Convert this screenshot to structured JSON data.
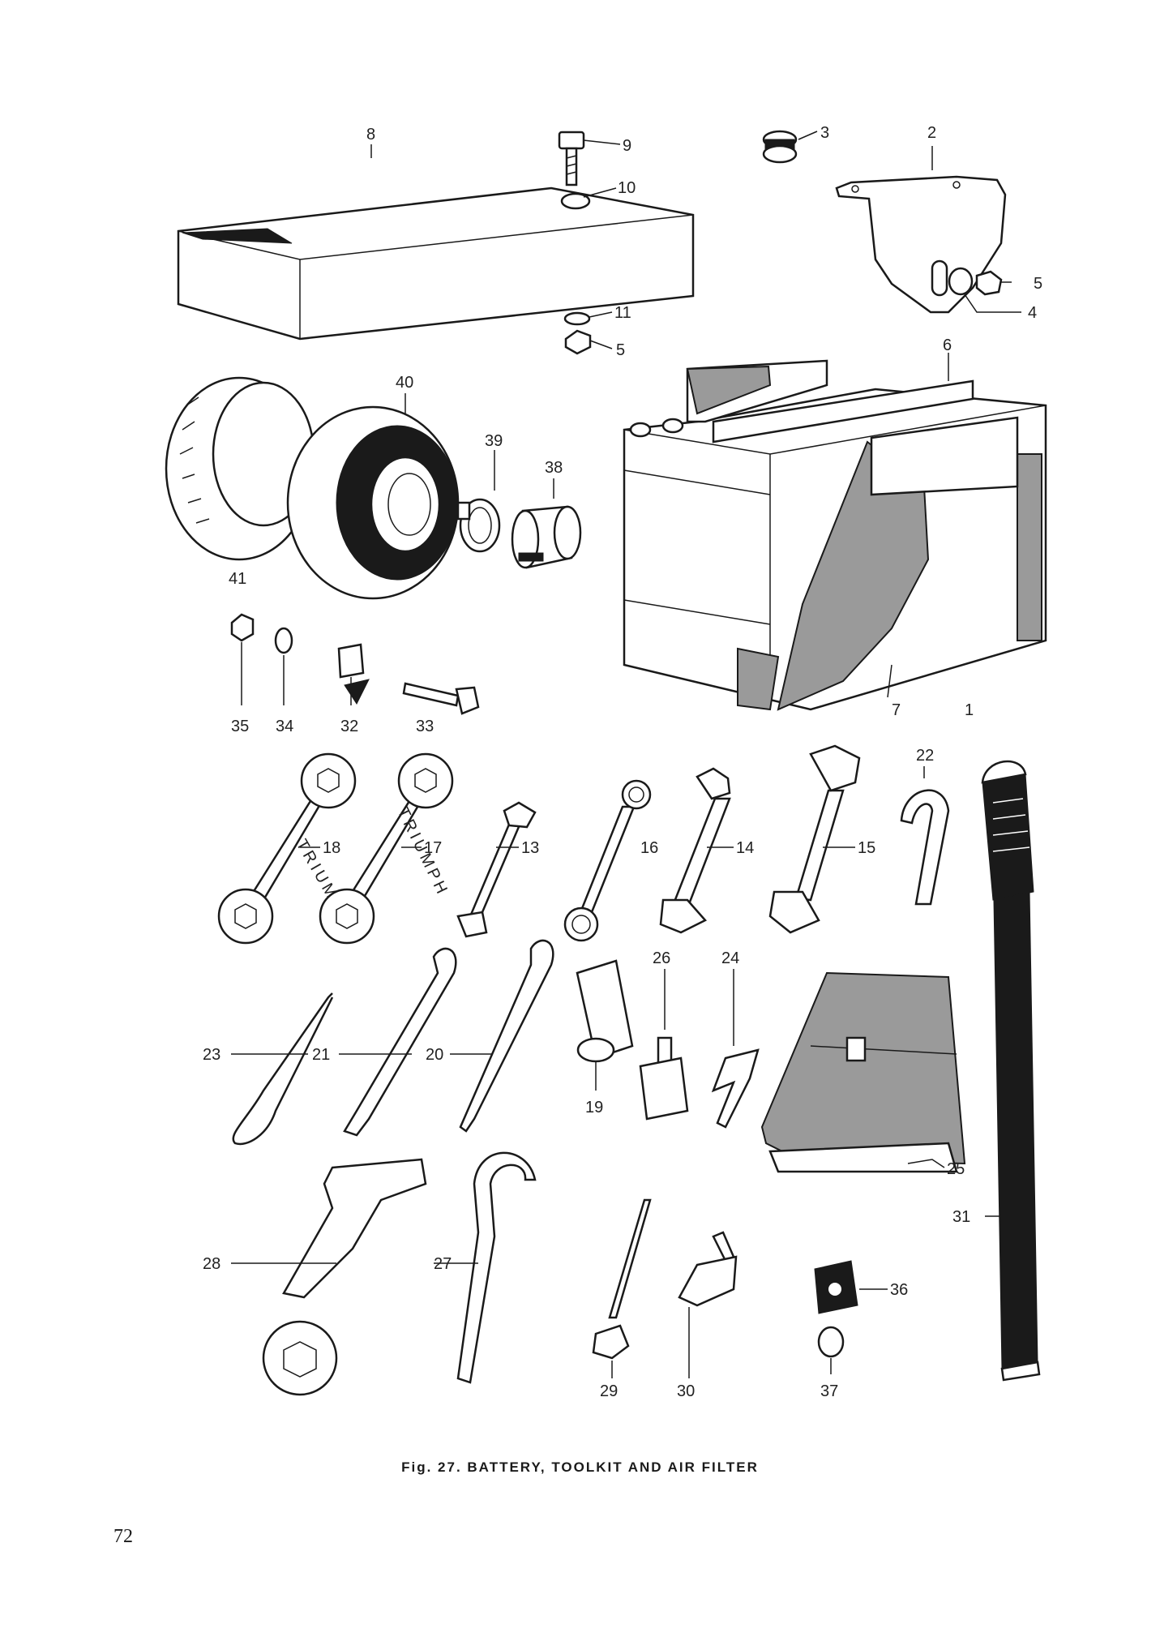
{
  "figure": {
    "caption": "Fig. 27.  BATTERY, TOOLKIT AND AIR FILTER",
    "page_number": "72"
  },
  "callouts": [
    {
      "id": "c1",
      "label": "1"
    },
    {
      "id": "c2",
      "label": "2"
    },
    {
      "id": "c3",
      "label": "3"
    },
    {
      "id": "c4",
      "label": "4"
    },
    {
      "id": "c5a",
      "label": "5"
    },
    {
      "id": "c5b",
      "label": "5"
    },
    {
      "id": "c6",
      "label": "6"
    },
    {
      "id": "c7",
      "label": "7"
    },
    {
      "id": "c8",
      "label": "8"
    },
    {
      "id": "c9",
      "label": "9"
    },
    {
      "id": "c10",
      "label": "10"
    },
    {
      "id": "c11",
      "label": "11"
    },
    {
      "id": "c13",
      "label": "13"
    },
    {
      "id": "c14",
      "label": "14"
    },
    {
      "id": "c15",
      "label": "15"
    },
    {
      "id": "c16",
      "label": "16"
    },
    {
      "id": "c17",
      "label": "17"
    },
    {
      "id": "c18",
      "label": "18"
    },
    {
      "id": "c19",
      "label": "19"
    },
    {
      "id": "c20",
      "label": "20"
    },
    {
      "id": "c21",
      "label": "21"
    },
    {
      "id": "c22",
      "label": "22"
    },
    {
      "id": "c23",
      "label": "23"
    },
    {
      "id": "c24",
      "label": "24"
    },
    {
      "id": "c25",
      "label": "25"
    },
    {
      "id": "c26",
      "label": "26"
    },
    {
      "id": "c27",
      "label": "27"
    },
    {
      "id": "c28",
      "label": "28"
    },
    {
      "id": "c29",
      "label": "29"
    },
    {
      "id": "c30",
      "label": "30"
    },
    {
      "id": "c31",
      "label": "31"
    },
    {
      "id": "c32",
      "label": "32"
    },
    {
      "id": "c33",
      "label": "33"
    },
    {
      "id": "c34",
      "label": "34"
    },
    {
      "id": "c35",
      "label": "35"
    },
    {
      "id": "c36",
      "label": "36"
    },
    {
      "id": "c37",
      "label": "37"
    },
    {
      "id": "c38",
      "label": "38"
    },
    {
      "id": "c39",
      "label": "39"
    },
    {
      "id": "c40",
      "label": "40"
    },
    {
      "id": "c41",
      "label": "41"
    }
  ],
  "engraved_text": {
    "spanner_17": "TRIUMPH",
    "spanner_18": "TRIUMPH"
  }
}
